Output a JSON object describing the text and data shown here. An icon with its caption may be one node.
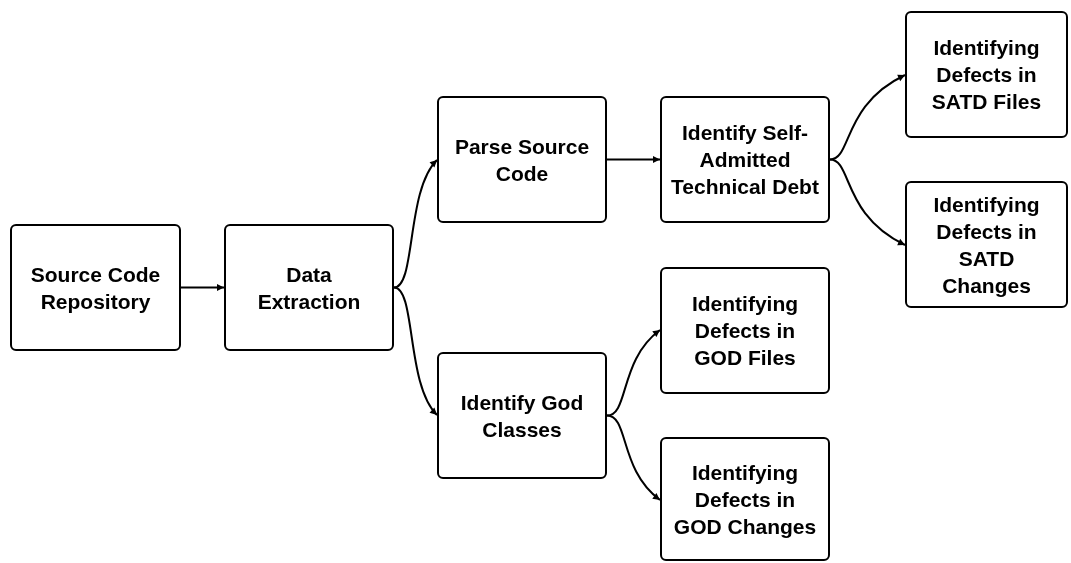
{
  "diagram": {
    "nodes": [
      {
        "text": [
          "Source Code Repository"
        ]
      },
      {
        "text": [
          "Data Extraction"
        ]
      },
      {
        "text": [
          "Parse Source Code"
        ]
      },
      {
        "text": [
          "Identify God Classes"
        ]
      },
      {
        "text": [
          "Identify Self-Admitted Technical Debt"
        ]
      },
      {
        "text": [
          "Identifying Defects in GOD Files"
        ]
      },
      {
        "text": [
          "Identifying Defects in GOD Changes"
        ]
      },
      {
        "text": [
          "Identifying Defects in SATD Files"
        ]
      },
      {
        "text": [
          "Identifying Defects in SATD Changes"
        ]
      }
    ],
    "edges": [
      {
        "from": 0,
        "to": 1,
        "arrow": "to"
      },
      {
        "from": 1,
        "to": 2,
        "arrow": "to"
      },
      {
        "from": 1,
        "to": 3,
        "arrow": "to"
      },
      {
        "from": 2,
        "to": 4,
        "arrow": "to"
      },
      {
        "from": 4,
        "to": 7,
        "arrow": "to"
      },
      {
        "from": 4,
        "to": 8,
        "arrow": "to"
      },
      {
        "from": 3,
        "to": 5,
        "arrow": "to"
      },
      {
        "from": 3,
        "to": 6,
        "arrow": "to"
      }
    ]
  }
}
